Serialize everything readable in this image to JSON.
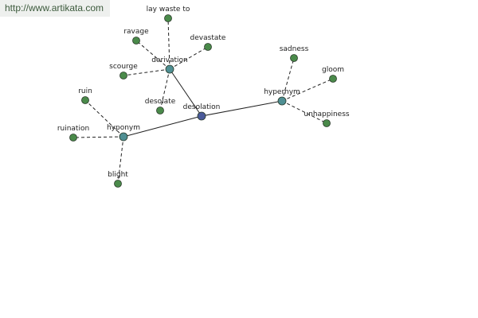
{
  "watermark": "http://www.artikata.com",
  "colors": {
    "center_node": "#4a5a9a",
    "relation_node": "#4f8f93",
    "word_node": "#4a8a4a",
    "node_stroke": "#2a3a2a",
    "edge": "#222222"
  },
  "graph": {
    "center": {
      "id": "desolation",
      "label": "desolation"
    },
    "relations": [
      {
        "id": "derivation",
        "label": "derivation",
        "words": [
          "lay waste to",
          "ravage",
          "devastate",
          "scourge",
          "desolate"
        ]
      },
      {
        "id": "hypernym",
        "label": "hypernym",
        "words": [
          "sadness",
          "gloom",
          "unhappiness"
        ]
      },
      {
        "id": "hyponym",
        "label": "hyponym",
        "words": [
          "ruin",
          "ruination",
          "blight"
        ]
      }
    ]
  }
}
